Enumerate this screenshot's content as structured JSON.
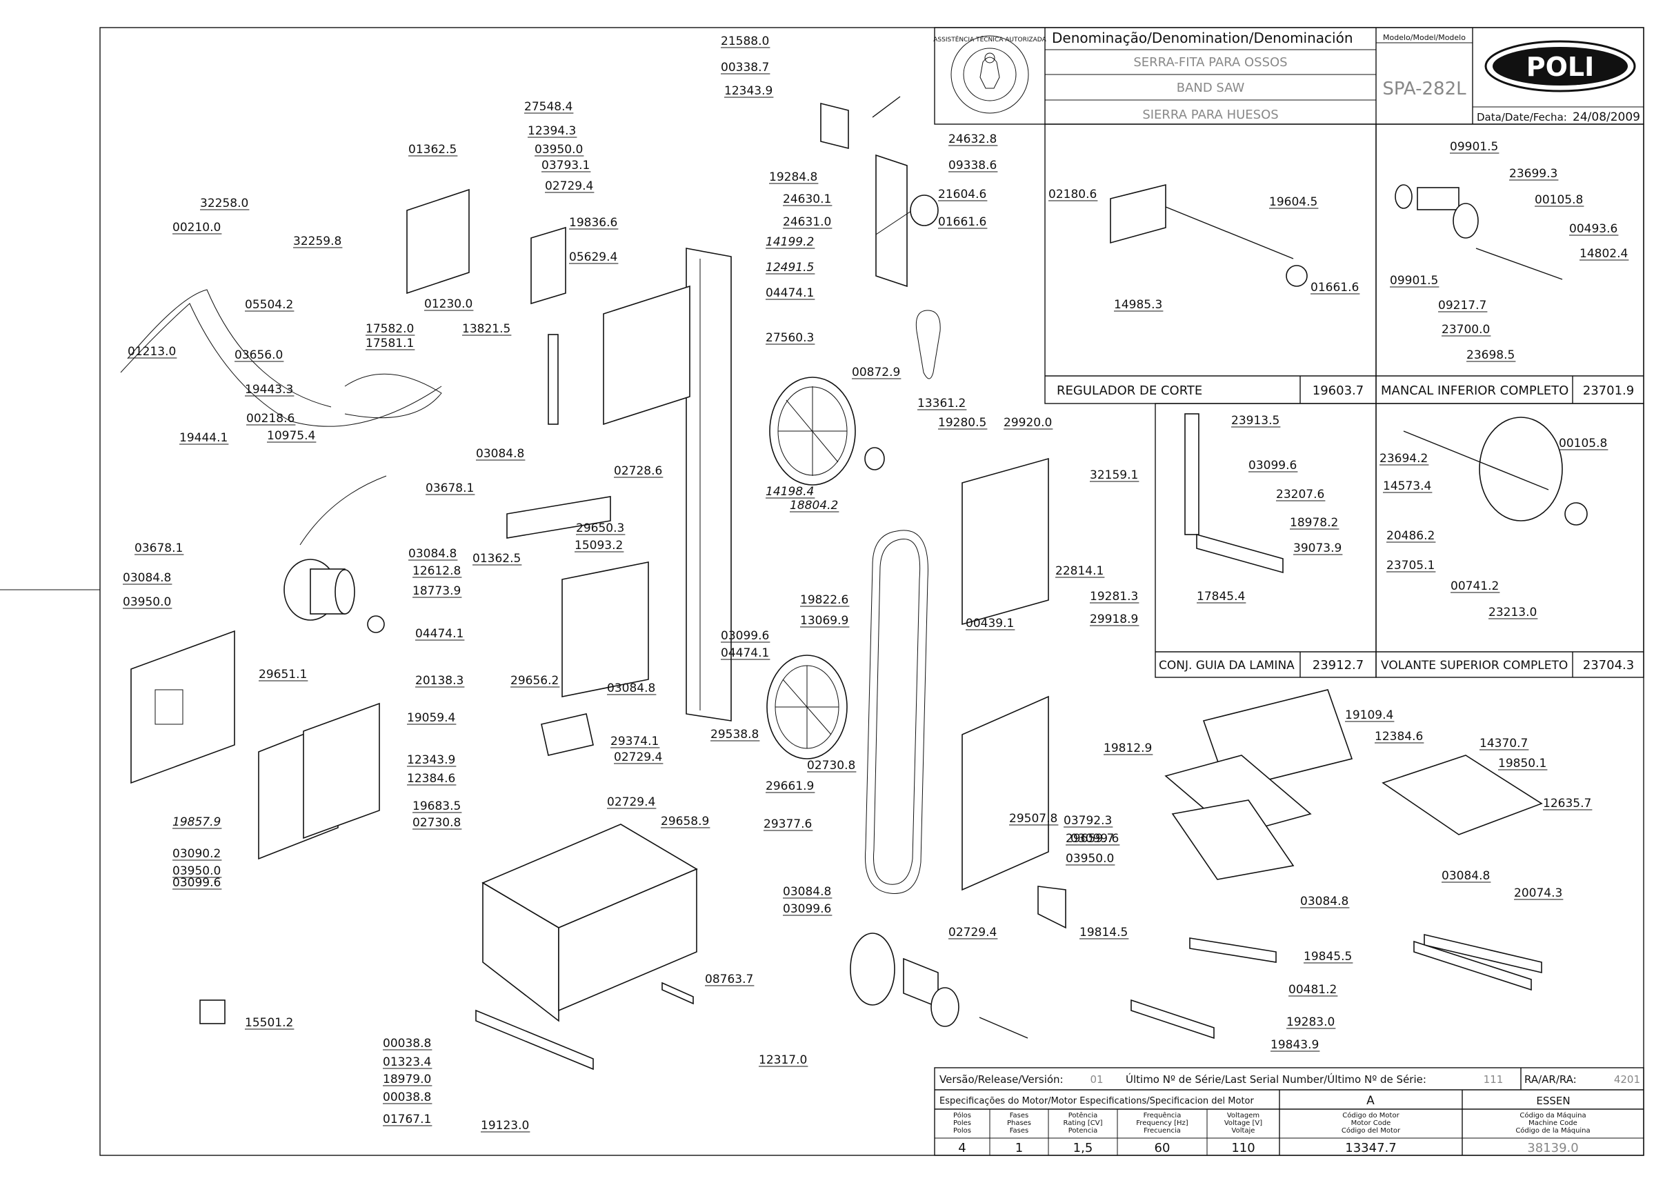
{
  "header": {
    "denomination_label": "Denominação/Denomination/Denominación",
    "model_label": "Modelo/Model/Modelo",
    "name_pt": "SERRA-FITA PARA OSSOS",
    "name_en": "BAND SAW",
    "name_es": "SIERRA PARA HUESOS",
    "model": "SPA-282L",
    "brand": "POLI",
    "date_label": "Data/Date/Fecha:",
    "date": "24/08/2009",
    "seal_text": "ASSISTÊNCIA TÉCNICA AUTORIZADA"
  },
  "subassemblies": [
    {
      "name": "REGULADOR DE CORTE",
      "code": "19603.7"
    },
    {
      "name": "MANCAL INFERIOR COMPLETO",
      "code": "23701.9"
    },
    {
      "name": "CONJ. GUIA DA LAMINA",
      "code": "23912.7"
    },
    {
      "name": "VOLANTE SUPERIOR COMPLETO",
      "code": "23704.3"
    }
  ],
  "footer": {
    "version_label": "Versão/Release/Versión:",
    "version": "01",
    "serial_label": "Último Nº de Série/Last Serial Number/Último Nº de Série:",
    "serial": "111",
    "ra_label": "RA/AR/RA:",
    "ra": "4201",
    "motor_spec_label": "Especificações do Motor/Motor Especifications/Specificacion del Motor",
    "motor_letter": "A",
    "brand_essen": "ESSEN",
    "cols": [
      {
        "h": [
          "Pólos",
          "Poles",
          "Polos"
        ],
        "v": "4"
      },
      {
        "h": [
          "Fases",
          "Phases",
          "Fases"
        ],
        "v": "1"
      },
      {
        "h": [
          "Potência",
          "Rating [CV]",
          "Potencia"
        ],
        "v": "1,5"
      },
      {
        "h": [
          "Frequência",
          "Frequency [Hz]",
          "Frecuencia"
        ],
        "v": "60"
      },
      {
        "h": [
          "Voltagem",
          "Voltage [V]",
          "Voltaje"
        ],
        "v": "110"
      },
      {
        "h": [
          "Código do Motor",
          "Motor Code",
          "Código del Motor"
        ],
        "v": "13347.7"
      },
      {
        "h": [
          "Código da Máquina",
          "Machine Code",
          "Código de la Máquina"
        ],
        "v": "38139.0"
      }
    ]
  },
  "parts": [
    "21588.0",
    "00338.7",
    "12343.9",
    "24632.8",
    "09338.6",
    "19284.8",
    "24630.1",
    "24631.0",
    "21604.6",
    "01661.6",
    "27548.4",
    "12394.3",
    "03950.0",
    "03793.1",
    "02729.4",
    "01362.5",
    "19836.6",
    "32258.0",
    "00210.0",
    "32259.8",
    "05629.4",
    "14199.2",
    "12491.5",
    "04474.1",
    "05504.2",
    "01230.0",
    "01213.0",
    "03656.0",
    "17582.0",
    "17581.1",
    "13821.5",
    "27560.3",
    "19443.3",
    "00218.6",
    "10975.4",
    "19444.1",
    "00872.9",
    "13361.2",
    "19280.5",
    "29920.0",
    "02728.6",
    "03084.8",
    "03678.1",
    "03678.1",
    "14198.4",
    "18804.2",
    "32159.1",
    "29650.3",
    "15093.2",
    "01362.5",
    "03084.8",
    "12612.8",
    "18773.9",
    "22814.1",
    "19822.6",
    "19281.3",
    "03084.8",
    "03950.0",
    "13069.9",
    "00439.1",
    "29918.9",
    "04474.1",
    "03099.6",
    "04474.1",
    "29651.1",
    "20138.3",
    "29656.2",
    "03084.8",
    "19109.4",
    "19059.4",
    "29374.1",
    "12384.6",
    "14370.7",
    "02729.4",
    "29538.8",
    "19812.9",
    "19850.1",
    "12343.9",
    "02730.8",
    "12635.7",
    "12384.6",
    "29661.9",
    "19683.5",
    "02730.8",
    "02729.4",
    "29507.8",
    "03792.3",
    "19857.9",
    "29659.7",
    "03099.6",
    "29377.6",
    "03090.2",
    "03950.0",
    "29658.9",
    "03950.0",
    "03099.6",
    "03084.8",
    "03084.8",
    "03084.8",
    "20074.3",
    "03099.6",
    "19814.5",
    "02729.4",
    "19845.5",
    "00481.2",
    "08763.7",
    "19283.0",
    "15501.2",
    "00038.8",
    "01323.4",
    "18979.0",
    "00038.8",
    "01767.1",
    "19123.0",
    "12317.0",
    "19843.9",
    "02180.6",
    "19604.5",
    "14985.3",
    "01661.6",
    "09901.5",
    "23699.3",
    "00105.8",
    "00493.6",
    "14802.4",
    "09901.5",
    "09217.7",
    "23700.0",
    "23698.5",
    "23913.5",
    "03099.6",
    "23207.6",
    "18978.2",
    "39073.9",
    "17845.4",
    "23694.2",
    "00105.8",
    "14573.4",
    "20486.2",
    "23705.1",
    "00741.2",
    "23213.0"
  ]
}
